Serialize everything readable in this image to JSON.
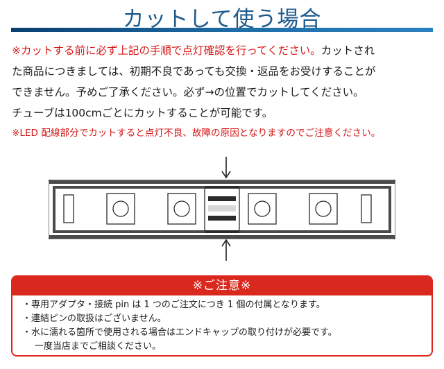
{
  "title": "カットして使う場合",
  "notice": {
    "line1_red": "※カットする前に必ず上記の手順で点灯確認を行ってください。",
    "line1_rest": "カットされ",
    "line2": "た商品につきましては、初期不良であっても交換・返品をお受けすることが",
    "line3": "できません。予めご了承ください。必ず→の位置でカットしてください。",
    "line4": "チューブは100cmごとにカットすることが可能です。",
    "line5": "※LED 配線部分でカットすると点灯不良、故障の原因となりますのでご注意ください。"
  },
  "caution": {
    "heading": "※ご注意※",
    "items": [
      "・専用アダプタ・接続 pin は 1 つのご注文につき 1 個の付属となります。",
      "・連結ピンの取扱はございません。",
      "・水に濡れる箇所で使用される場合はエンドキャップの取り付けが必要です。",
      "一度当店までご相談ください。"
    ]
  },
  "colors": {
    "title": "#1f5a8c",
    "warning_red": "#d71818",
    "box_red": "#d9291e",
    "strip_dark": "#2b2b2b"
  },
  "icons": {
    "cut_marker_top": "arrow-down-icon",
    "cut_marker_bottom": "arrow-up-icon"
  }
}
